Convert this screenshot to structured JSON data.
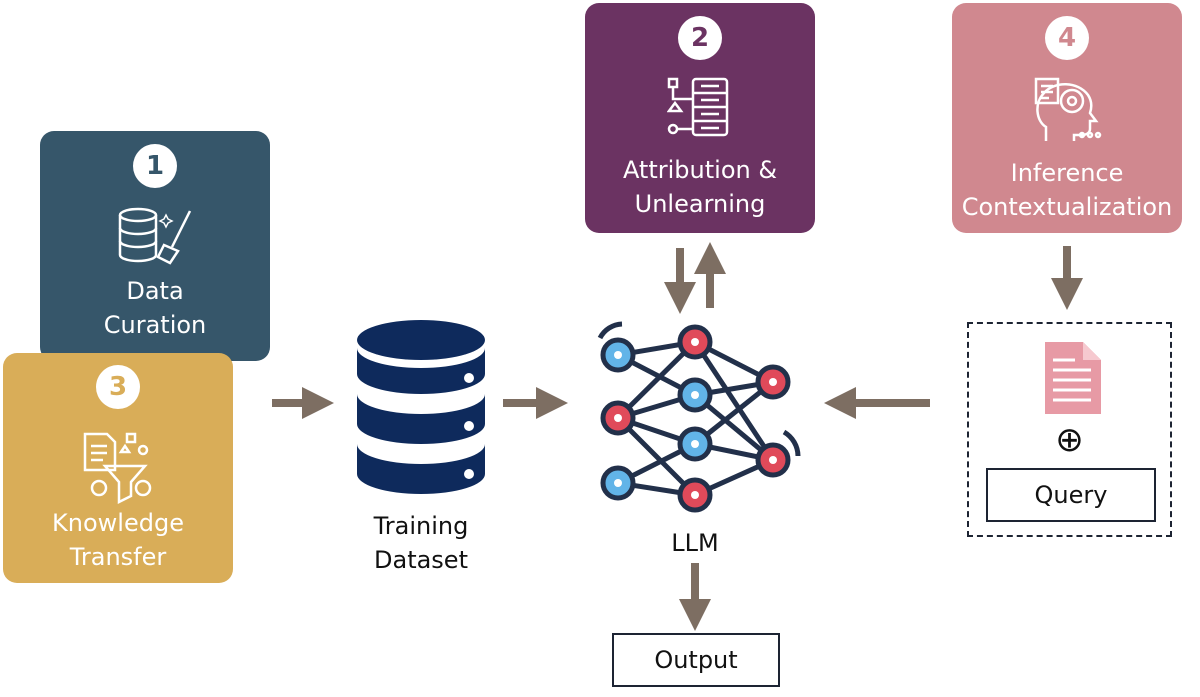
{
  "steps": [
    {
      "number": "1",
      "label": "Data\nCuration",
      "color": "#36566a",
      "icon": "database-broom-icon"
    },
    {
      "number": "2",
      "label": "Attribution &\nUnlearning",
      "color": "#6b3362",
      "icon": "data-tree-icon"
    },
    {
      "number": "3",
      "label": "Knowledge\nTransfer",
      "color": "#d9ad58",
      "icon": "document-funnel-icon"
    },
    {
      "number": "4",
      "label": "Inference\nContextualization",
      "color": "#d0888f",
      "icon": "head-gear-icon"
    }
  ],
  "training_dataset": {
    "label": "Training\nDataset",
    "icon": "database-icon",
    "color": "#0e2a5c"
  },
  "llm": {
    "label": "LLM",
    "icon": "neural-network-icon"
  },
  "query": {
    "label": "Query",
    "combine_symbol": "⊕",
    "icon": "document-icon"
  },
  "output": {
    "label": "Output"
  },
  "colors": {
    "arrow": "#7d6e62",
    "border": "#1d2433"
  }
}
